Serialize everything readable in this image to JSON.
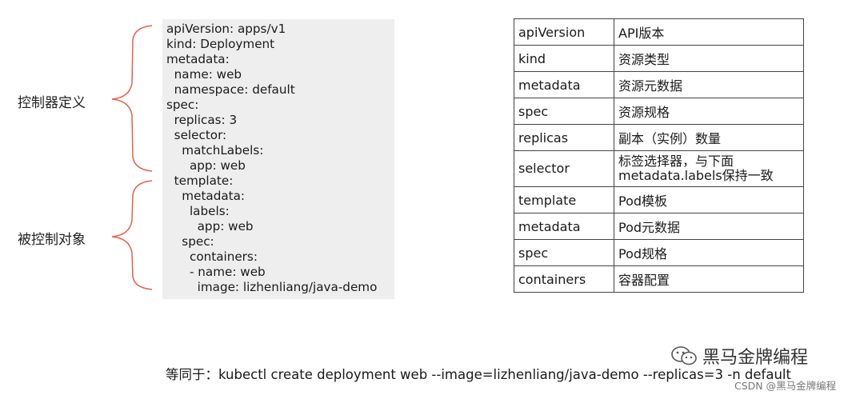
{
  "labels": {
    "controller_def": "控制器定义",
    "controlled_obj": "被控制对象"
  },
  "yaml_lines": [
    "apiVersion: apps/v1",
    "kind: Deployment",
    "metadata:",
    "  name: web",
    "  namespace: default",
    "spec:",
    "  replicas: 3",
    "  selector:",
    "    matchLabels:",
    "      app: web",
    "  template:",
    "    metadata:",
    "      labels:",
    "        app: web",
    "    spec:",
    "      containers:",
    "      - name: web",
    "        image: lizhenliang/java-demo"
  ],
  "fields": [
    {
      "key": "apiVersion",
      "desc": "API版本"
    },
    {
      "key": "kind",
      "desc": "资源类型"
    },
    {
      "key": "metadata",
      "desc": "资源元数据"
    },
    {
      "key": "spec",
      "desc": "资源规格"
    },
    {
      "key": "replicas",
      "desc": "副本（实例）数量"
    },
    {
      "key": "selector",
      "desc": "标签选择器，与下面",
      "desc2": "metadata.labels保持一致"
    },
    {
      "key": "template",
      "desc": "Pod模板"
    },
    {
      "key": "metadata",
      "desc": "Pod元数据"
    },
    {
      "key": "spec",
      "desc": "Pod规格"
    },
    {
      "key": "containers",
      "desc": "容器配置"
    }
  ],
  "footer": "等同于：kubectl create deployment web --image=lizhenliang/java-demo --replicas=3 -n default",
  "watermark": {
    "brand": "黑马金牌编程",
    "csdn": "CSDN @黑马金牌编程",
    "icon": "wechat-icon"
  },
  "colors": {
    "brace": "#e8604c",
    "code_bg": "#eeeeee"
  }
}
